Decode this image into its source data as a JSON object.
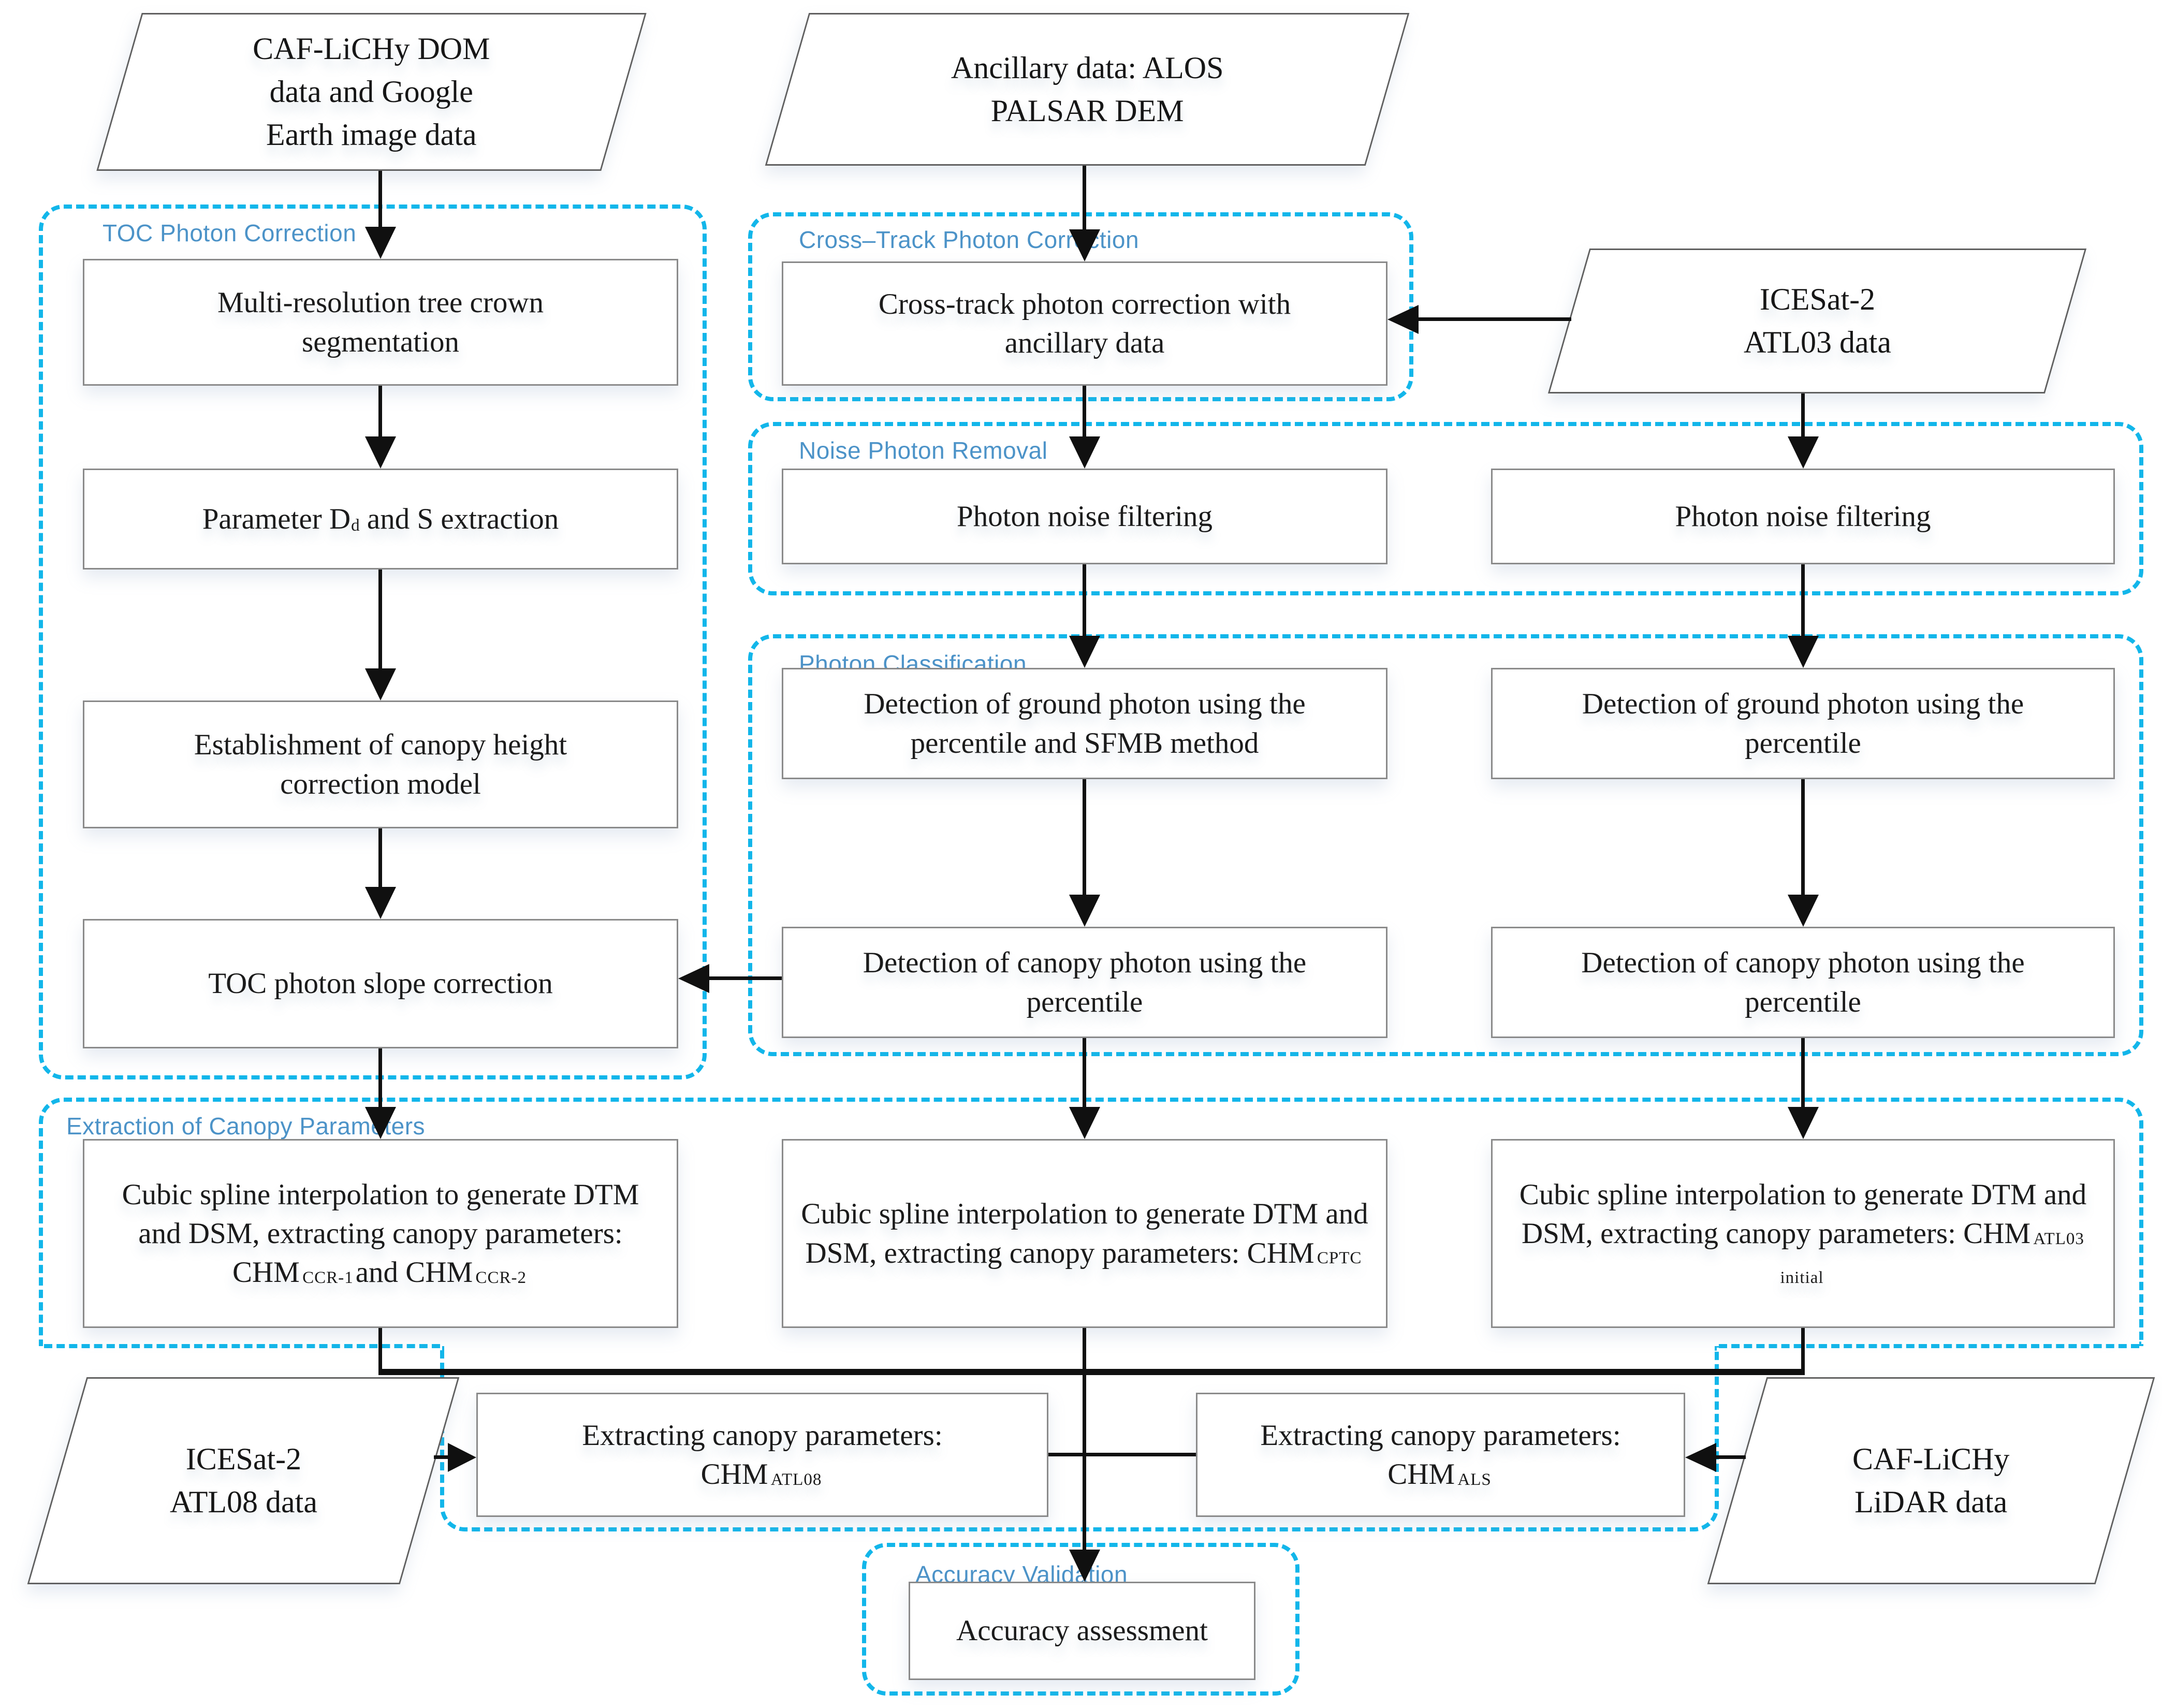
{
  "palette": {
    "dash_color": "#12b6ea",
    "group_label_color": "#4c93c8",
    "line_color": "#101010",
    "box_border_color": "#8a8a8a",
    "text_color": "#1b1b1b"
  },
  "groups": {
    "toc": "TOC Photon Correction",
    "cross_track": "Cross–Track Photon Correction",
    "noise": "Noise Photon Removal",
    "classification": "Photon Classification",
    "extraction": "Extraction of Canopy Parameters",
    "accuracy": "Accuracy Validation"
  },
  "inputs": {
    "dom": "CAF-LiCHy DOM\ndata and Google\nEarth image data",
    "alos": "Ancillary data: ALOS\nPALSAR DEM",
    "atl03": "ICESat-2\nATL03 data",
    "atl08": "ICESat-2\nATL08 data",
    "lidar": "CAF-LiCHy\nLiDAR data"
  },
  "process": {
    "multires": "Multi-resolution tree crown\nsegmentation",
    "param": {
      "prefix": "Parameter D",
      "sub": "d",
      "suffix": " and S  extraction"
    },
    "canopy_model": "Establishment of canopy height\ncorrection model",
    "toc_slope": "TOC photon slope correction",
    "cross_track": "Cross-track photon correction with\nancillary data",
    "noise_mid": "Photon noise filtering",
    "noise_right": "Photon noise filtering",
    "ground_mid": "Detection of ground photon using the\npercentile and SFMB method",
    "canopy_mid": "Detection of canopy photon using the\npercentile",
    "ground_right": "Detection of ground photon using the\npercentile",
    "canopy_right": "Detection of canopy photon using the\npercentile",
    "cubic": {
      "prefix": "Cubic spline interpolation to generate DTM and DSM, extracting canopy parameters: CHM",
      "ccr1": "CCR-1",
      "mid": "and CHM",
      "ccr2": "CCR-2",
      "cptc": "CPTC",
      "atl03_initial": "ATL03 initial"
    },
    "extract_atl08": {
      "prefix": "Extracting canopy parameters:\nCHM",
      "sub": "ATL08"
    },
    "extract_als": {
      "prefix": "Extracting canopy parameters:\nCHM",
      "sub": "ALS"
    },
    "accuracy": "Accuracy assessment"
  }
}
